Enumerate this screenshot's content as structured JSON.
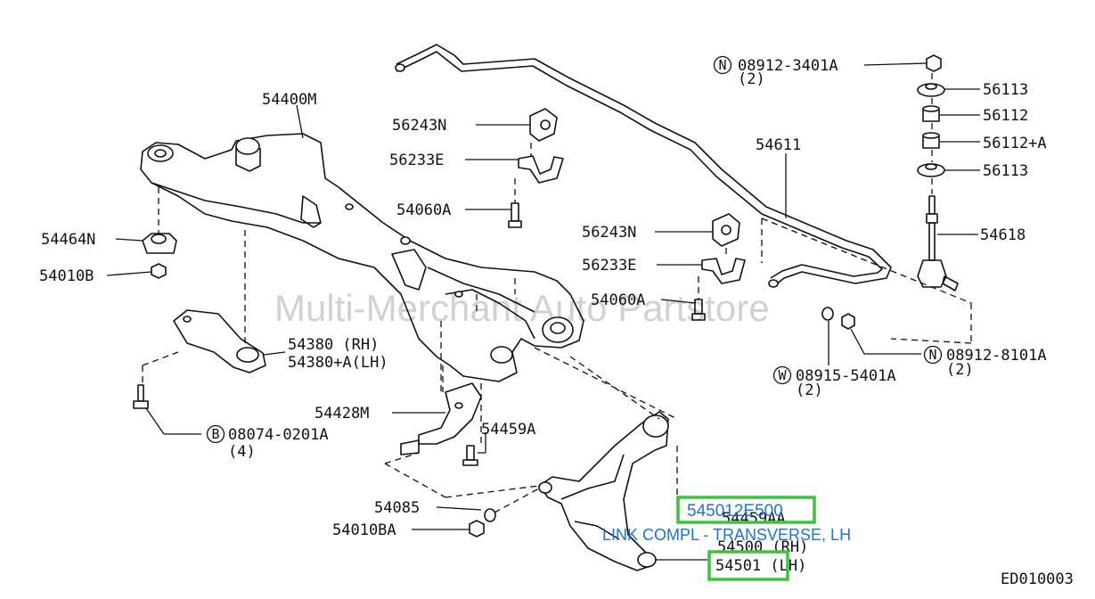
{
  "watermark": "Multi-Merchant Auto Partstore",
  "diagram_code": "ED010003",
  "labels": {
    "l54400M": "54400M",
    "l56243N_a": "56243N",
    "l56233E_a": "56233E",
    "l54060A_a": "54060A",
    "l56243N_b": "56243N",
    "l56233E_b": "56233E",
    "l54060A_b": "54060A",
    "l54464N": "54464N",
    "l54010B": "54010B",
    "l54380": "54380  (RH)",
    "l54380A": "54380+A(LH)",
    "l08074": "08074-0201A",
    "l08074q": "(4)",
    "l54428M": "54428M",
    "l54459A": "54459A",
    "l54085": "54085",
    "l54010BA": "54010BA",
    "l54459AA": "54459AA",
    "l54500": "54500 (RH)",
    "l54501": "54501 (LH)",
    "l08912_3401": "08912-3401A",
    "l08912_3401q": "(2)",
    "l56113_a": "56113",
    "l56112": "56112",
    "l56112A": "56112+A",
    "l56113_b": "56113",
    "l54611": "54611",
    "l54618": "54618",
    "l08912_8101": "08912-8101A",
    "l08912_8101q": "(2)",
    "l08915": "08915-5401A",
    "l08915q": "(2)"
  },
  "prefix_letters": {
    "n1": "N",
    "n2": "N",
    "b": "B",
    "w": "W"
  },
  "highlight": {
    "part_number": "545012E500",
    "description": "LINK COMPL - TRANSVERSE, LH",
    "color": "#3cc43c",
    "text_color": "#1a73d6"
  }
}
